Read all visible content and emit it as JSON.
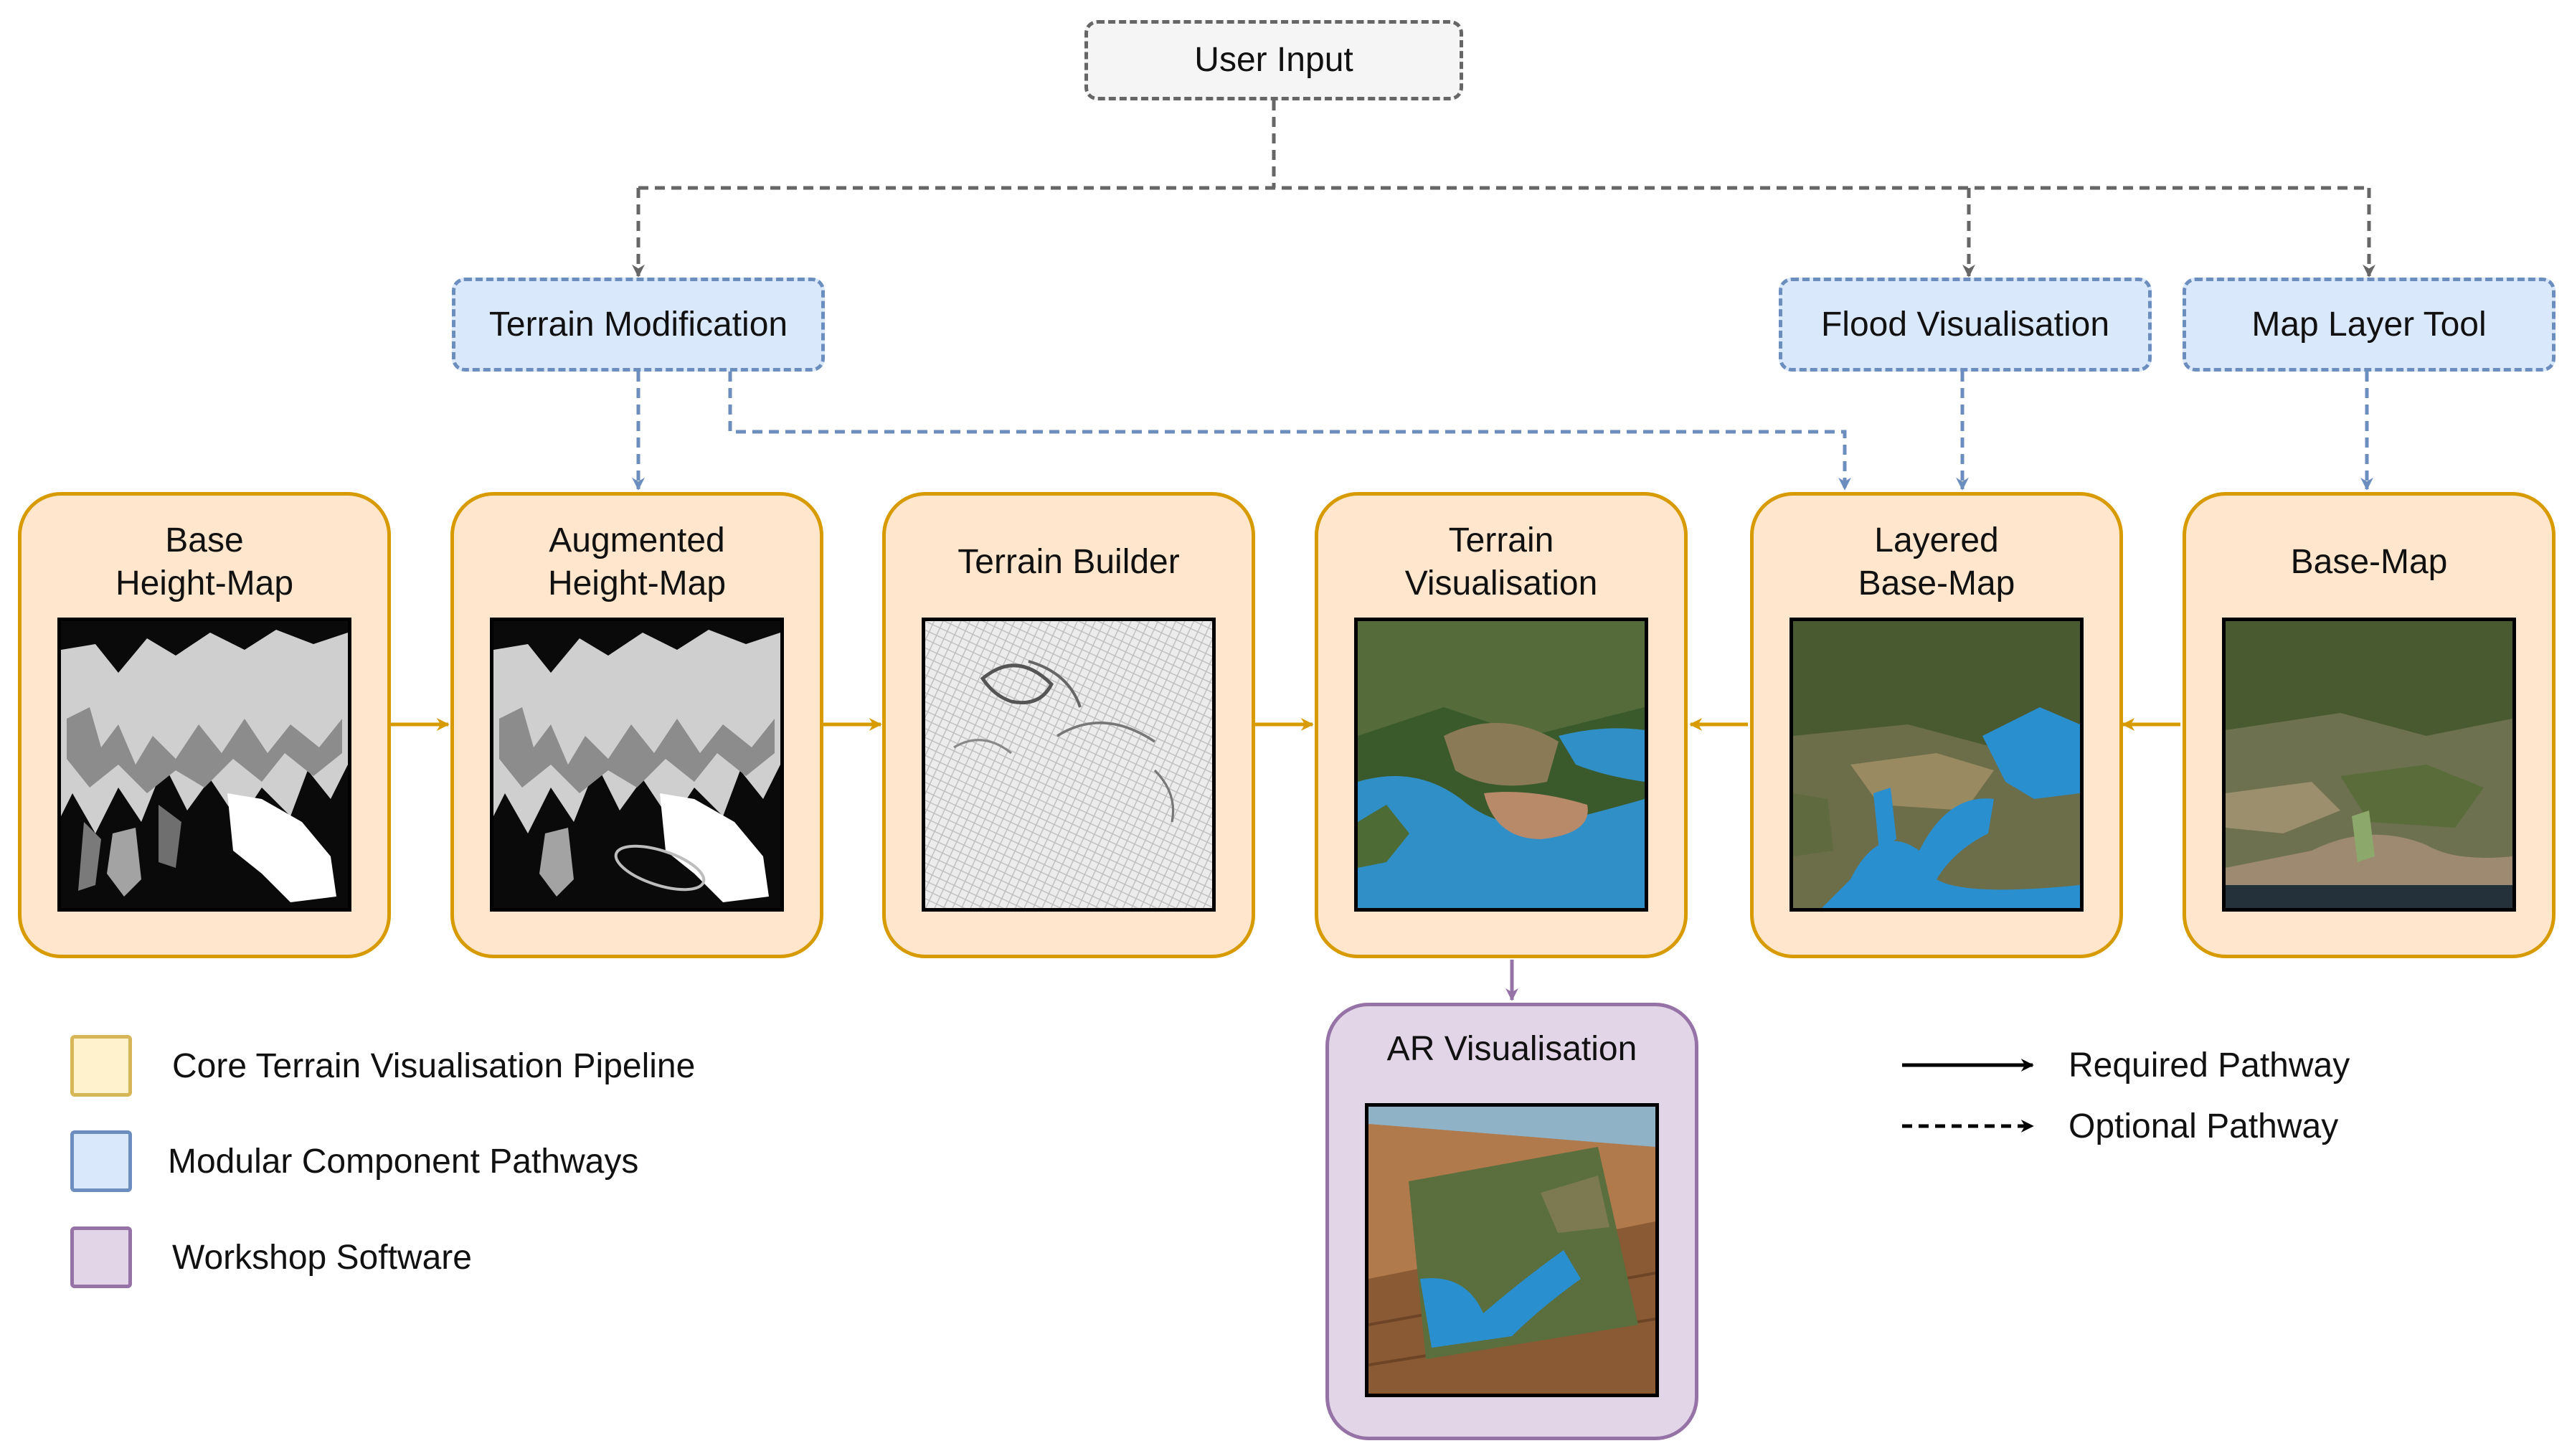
{
  "user_input": "User Input",
  "modules": {
    "terrain_modification": "Terrain Modification",
    "flood_visualisation": "Flood Visualisation",
    "map_layer_tool": "Map Layer Tool"
  },
  "stages": {
    "base_height_map": "Base\nHeight-Map",
    "augmented_height_map": "Augmented\nHeight-Map",
    "terrain_builder": "Terrain Builder",
    "terrain_visualisation": "Terrain\nVisualisation",
    "layered_base_map": "Layered\nBase-Map",
    "base_map": "Base-Map",
    "ar_visualisation": "AR Visualisation"
  },
  "legend": {
    "core": "Core Terrain Visualisation Pipeline",
    "modular": "Modular Component Pathways",
    "workshop": "Workshop Software",
    "required": "Required Pathway",
    "optional": "Optional Pathway"
  },
  "colors": {
    "core_fill": "#ffe6cc",
    "core_stroke": "#d79b00",
    "legend_core_fill": "#fff2cc",
    "legend_core_stroke": "#d6b656",
    "modular_fill": "#dae8fc",
    "modular_stroke": "#6c8ebf",
    "workshop_fill": "#e1d5e7",
    "workshop_stroke": "#9673a6",
    "input_fill": "#f5f5f5",
    "input_stroke": "#666666"
  }
}
